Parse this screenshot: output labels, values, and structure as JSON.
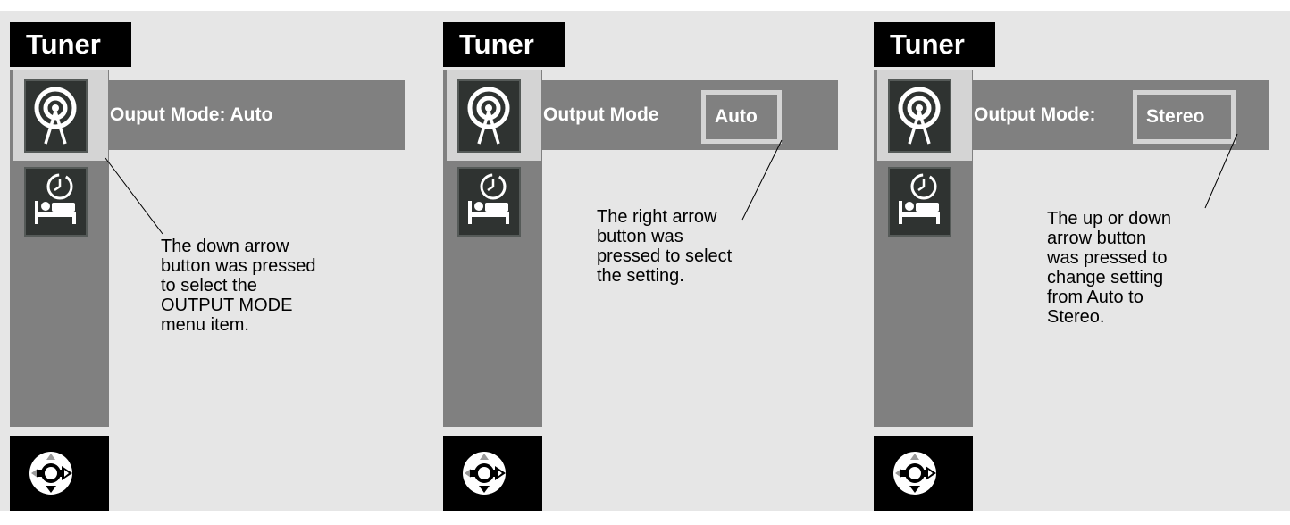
{
  "panels": [
    {
      "title": "Tuner",
      "menu_label": "Ouput Mode: Auto",
      "value": "",
      "callout": [
        "The down arrow",
        "button was pressed",
        "to select the",
        "OUTPUT MODE",
        "menu item."
      ]
    },
    {
      "title": "Tuner",
      "menu_label": "Output Mode",
      "value": "Auto",
      "callout": [
        "The right arrow",
        "button was",
        "pressed to select",
        "the setting."
      ]
    },
    {
      "title": "Tuner",
      "menu_label": "Output Mode:",
      "value": "Stereo",
      "callout": [
        "The up or down",
        "arrow button",
        "was pressed to",
        "change setting",
        "from Auto to",
        "Stereo."
      ]
    }
  ],
  "icons": {
    "tuner": "radio-broadcast-icon",
    "sleep": "sleep-timer-icon",
    "nav": "navigation-pad-icon"
  },
  "colors": {
    "background": "#e6e6e6",
    "menu_gray": "#808080",
    "highlight": "#d4d4d4",
    "title_bg": "#000000",
    "icon_bg": "#2f3331"
  }
}
